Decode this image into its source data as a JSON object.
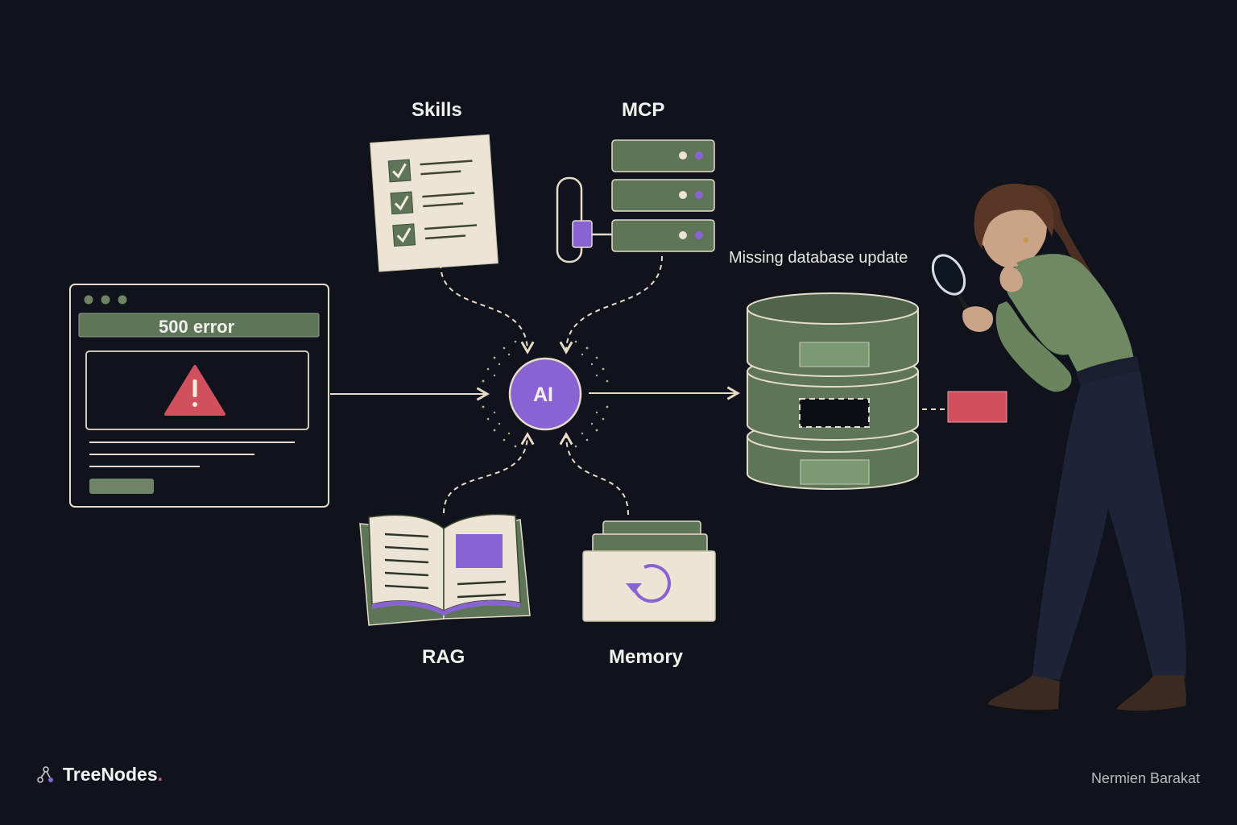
{
  "labels": {
    "skills": "Skills",
    "mcp": "MCP",
    "rag": "RAG",
    "memory": "Memory",
    "ai": "AI",
    "error": "500 error",
    "missing": "Missing database update"
  },
  "brand": {
    "name": "TreeNodes",
    "dot": "."
  },
  "author": "Nermien Barakat",
  "colors": {
    "background": "#10131b",
    "green": "#5e7557",
    "cream": "#ece4d4",
    "purple": "#8a63d2",
    "red": "#d1505e",
    "navy": "#1e2337"
  }
}
